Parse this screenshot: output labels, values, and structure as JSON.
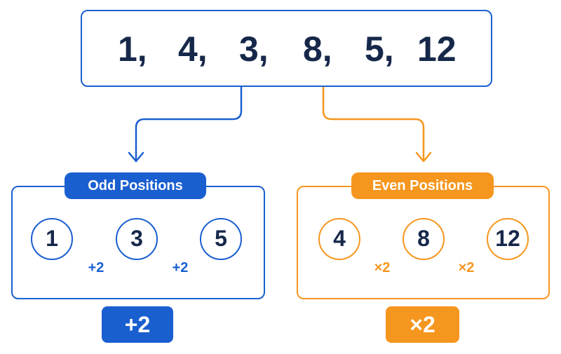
{
  "sequence": [
    "1,",
    "4,",
    "3,",
    "8,",
    "5,",
    "12"
  ],
  "odd": {
    "title": "Odd Positions",
    "terms": [
      "1",
      "3",
      "5"
    ],
    "steps": [
      "+2",
      "+2"
    ],
    "rule": "+2",
    "color": "#1a5fd0"
  },
  "even": {
    "title": "Even Positions",
    "terms": [
      "4",
      "8",
      "12"
    ],
    "steps": [
      "×2",
      "×2"
    ],
    "rule": "×2",
    "color": "#f5961e"
  },
  "icons": {
    "step_arrow": "arrow-right-icon",
    "branch_arrow": "arrow-down-icon"
  }
}
